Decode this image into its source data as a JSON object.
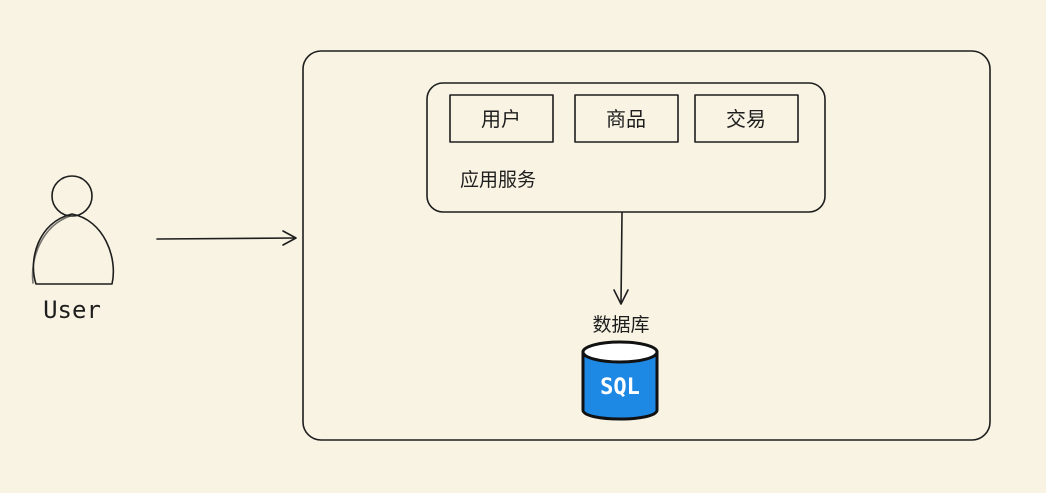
{
  "user": {
    "label": "User",
    "icon": "person-icon"
  },
  "system": {
    "app_service": {
      "label": "应用服务",
      "modules": [
        "用户",
        "商品",
        "交易"
      ]
    },
    "database": {
      "label": "数据库",
      "icon_text": "SQL",
      "icon": "sql-database-icon",
      "color": "#1e88e5"
    }
  },
  "colors": {
    "background": "#f8f3e3",
    "stroke": "#1e1e1e",
    "database_fill": "#1e88e5"
  }
}
